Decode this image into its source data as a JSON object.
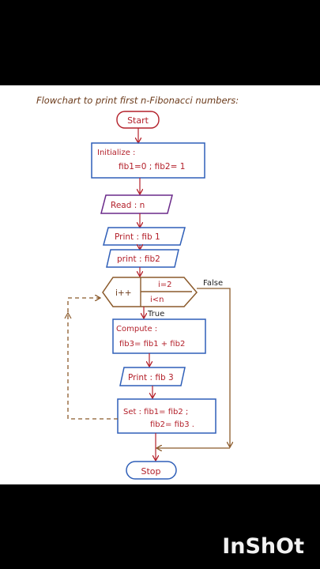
{
  "title": "Flowchart to print first n-Fibonacci numbers:",
  "nodes": {
    "start": "Start",
    "init_label": "Initialize :",
    "init_value": "fib1=0 ; fib2= 1",
    "read": "Read :  n",
    "print1": "Print : fib 1",
    "print2": "print : fib2",
    "loop_inc": "i++",
    "loop_init": "i=2",
    "loop_cond": "i<n",
    "compute_label": "Compute :",
    "compute_value": "fib3= fib1 + fib2",
    "print3": "Print : fib 3",
    "set_line1": "Set : fib1= fib2 ;",
    "set_line2": "fib2= fib3 .",
    "stop": "Stop"
  },
  "edges": {
    "false_label": "False",
    "true_label": "True"
  },
  "watermark": "InShOt",
  "colors": {
    "box_border": "#2f5fb8",
    "box_text": "#b3202a",
    "arrow": "#b3202a",
    "loop_back": "#8b5a2b",
    "loop_shape": "#8b5a2b",
    "title_text": "#6b3a1a",
    "read_border": "#6a2a8a"
  }
}
